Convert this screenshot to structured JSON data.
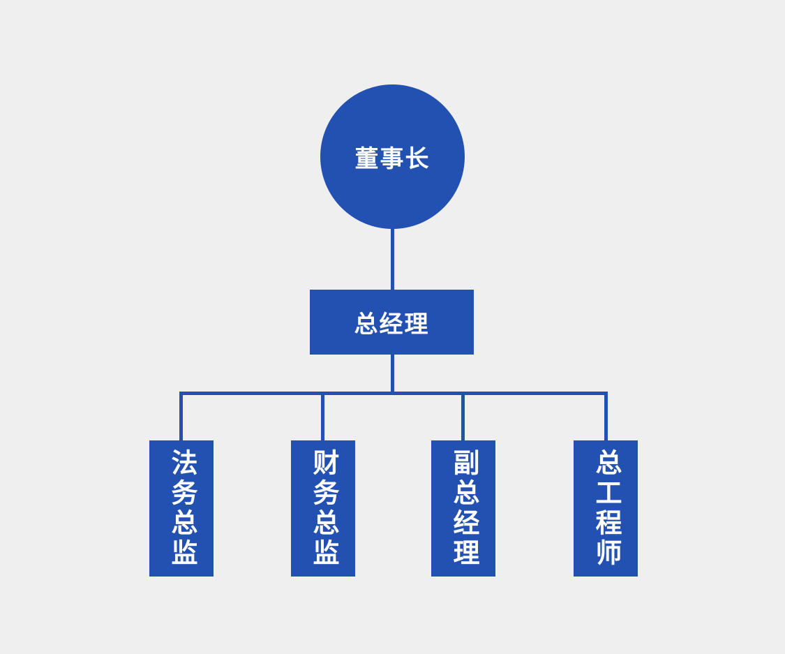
{
  "diagram": {
    "type": "org-chart",
    "colors": {
      "background": "#efefef",
      "node_fill": "#2351b1",
      "connector_line": "#2351b1",
      "node_text": "#ffffff"
    },
    "root": {
      "label": "董事长",
      "shape": "circle"
    },
    "manager": {
      "label": "总经理",
      "shape": "rect"
    },
    "departments": [
      {
        "label": "法务总监",
        "shape": "rect-vertical-text"
      },
      {
        "label": "财务总监",
        "shape": "rect-vertical-text"
      },
      {
        "label": "副总经理",
        "shape": "rect-vertical-text"
      },
      {
        "label": "总工程师",
        "shape": "rect-vertical-text"
      }
    ]
  }
}
